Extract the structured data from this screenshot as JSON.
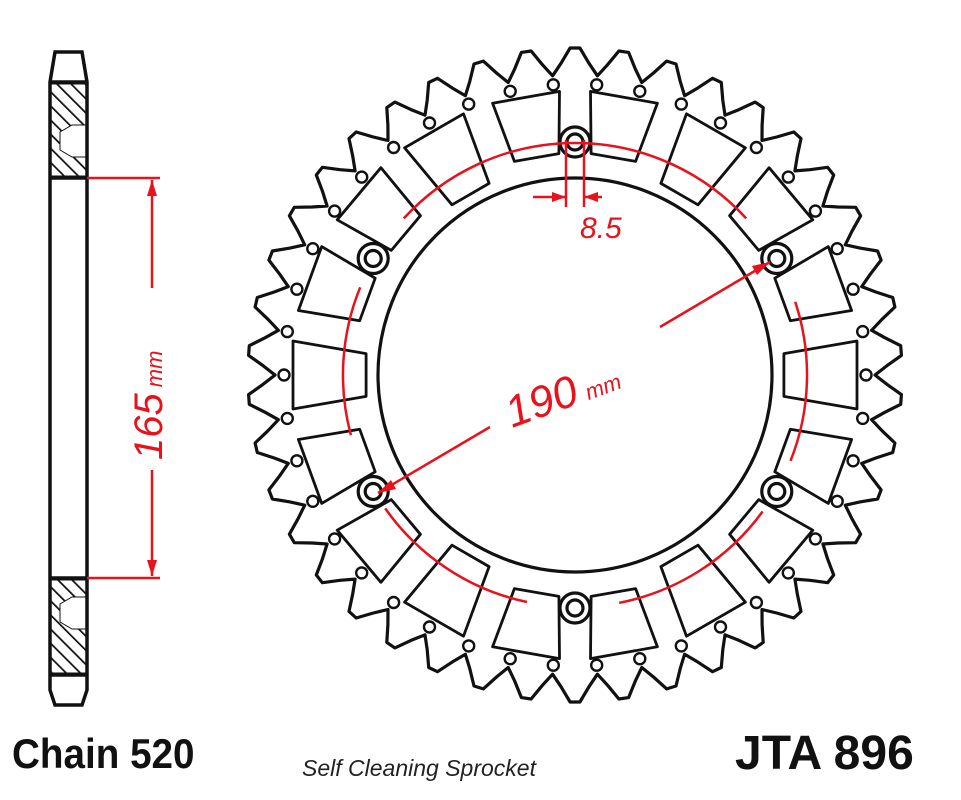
{
  "footer": {
    "chain": "Chain 520",
    "subtitle": "Self Cleaning Sprocket",
    "part_number": "JTA 896"
  },
  "dimensions": {
    "inner_diameter": {
      "value": "165",
      "unit": "mm"
    },
    "pcd": {
      "value": "190",
      "unit": "mm"
    },
    "bolt_hole": {
      "value": "8.5"
    }
  },
  "colors": {
    "dimension": "#e8121c",
    "outline": "#111111"
  }
}
